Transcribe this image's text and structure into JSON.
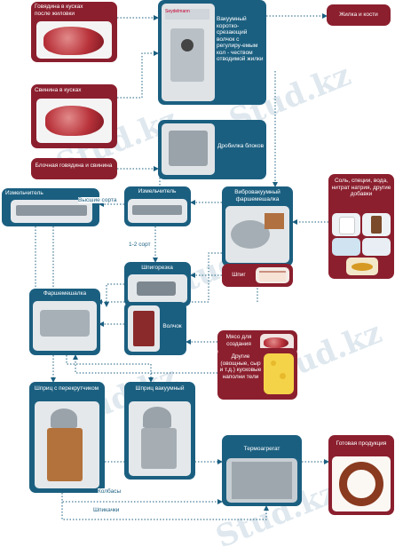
{
  "nodes": {
    "beef_cuts": "Говядина в кусках после жиловки",
    "pork_cuts": "Свинина в кусках",
    "block_meat": "Блочная говядина и свинина",
    "grinder_mixer": "Вакуумный коротко-срезающий волчок с регулиру-емым кол - чеством отводимой жилки",
    "sinew_fat": "Жилка и кости",
    "block_crusher": "Дробилка блоков",
    "grinder_left": "Измельчитель",
    "grinder_mid": "Измельчитель",
    "vacuum_mixer": "Вибровакуумный фаршемешалка",
    "additives": "Соль, специи, вода, нитрат натрия, другие добавки",
    "bacon_slicer": "Шпигорезка",
    "bacon": "Шпиг",
    "mixer": "Фаршемешалка",
    "mincer": "Волчок",
    "structure_meat": "Мясо для создания структуры",
    "other_fillers": "Другие (овощные, сыр и т.д.) кусковые наполни тели",
    "stuffer_twister": "Шприц с перекрутчиком",
    "stuffer_vacuum": "Шприц вакуумный",
    "thermo_unit": "Термоагрегат",
    "finished": "Готовая продукция"
  },
  "edge_labels": {
    "top_grades": "Высшие сорта",
    "grades_1_2": "1-2 сорт",
    "sausages": "Колбасы",
    "small_sausages": "Шпикачки"
  },
  "brand": "Seydelmann",
  "watermark": "Stud.kz"
}
